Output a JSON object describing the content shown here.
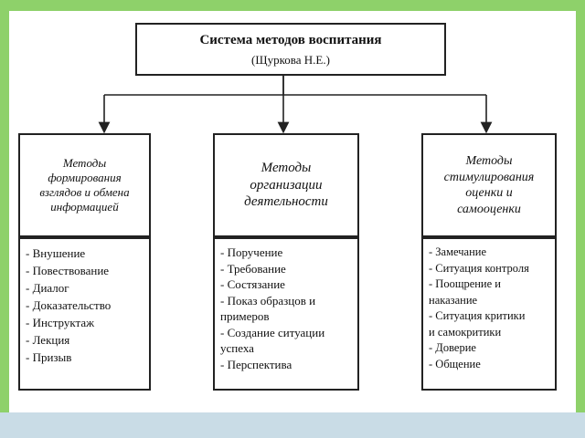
{
  "title": {
    "main": "Система методов воспитания",
    "sub": "(Щуркова Н.Е.)"
  },
  "columns": [
    {
      "heading": [
        "Методы",
        "формирования",
        "взглядов и обмена",
        "информацией"
      ],
      "items": [
        "- Внушение",
        "- Повествование",
        "- Диалог",
        "- Доказательство",
        "- Инструктаж",
        "- Лекция",
        "- Призыв"
      ]
    },
    {
      "heading": [
        "Методы",
        "организации",
        "деятельности"
      ],
      "items": [
        "- Поручение",
        "- Требование",
        "- Состязание",
        "- Показ образцов и",
        "примеров",
        "- Создание ситуации",
        "успеха",
        "- Перспектива"
      ]
    },
    {
      "heading": [
        "Методы",
        "стимулирования",
        "оценки и",
        "самооценки"
      ],
      "items": [
        "- Замечание",
        "- Ситуация контроля",
        "- Поощрение и",
        "наказание",
        "- Ситуация критики",
        "и самокритики",
        "- Доверие",
        "- Общение"
      ]
    }
  ],
  "colors": {
    "frame_green": "#8ed16a",
    "band_blue": "#c9dce6",
    "line": "#222222"
  }
}
